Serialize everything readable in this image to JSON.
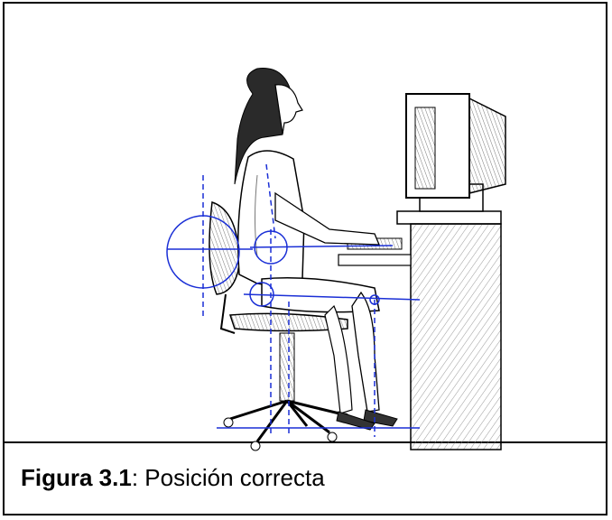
{
  "figure": {
    "illustration": "ergonomic-seated-posture-at-computer",
    "caption_label": "Figura 3.1",
    "caption_separator": ":",
    "caption_text": " Posición correcta"
  },
  "colors": {
    "guide_lines": "#1a2fd6",
    "ink": "#000000",
    "hatch": "#8a8a8a"
  }
}
